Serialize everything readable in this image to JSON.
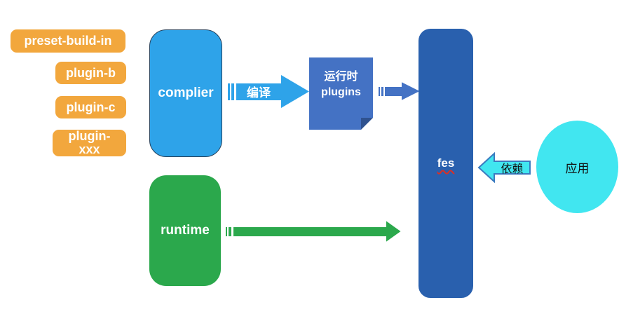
{
  "diagram": {
    "background": "#ffffff",
    "plugins": {
      "preset": {
        "label": "preset-build-in",
        "color": "#F2A73D"
      },
      "plugin_b": {
        "label": "plugin-b",
        "color": "#F2A73D"
      },
      "plugin_c": {
        "label": "plugin-c",
        "color": "#F2A73D"
      },
      "plugin_xxx": {
        "label": "plugin-\nxxx",
        "color": "#F2A73D"
      }
    },
    "nodes": {
      "complier": {
        "label": "complier",
        "color": "#2EA3E9"
      },
      "runtime": {
        "label": "runtime",
        "color": "#2BA84C"
      },
      "runtime_plugins": {
        "label": "运行时 plugins",
        "color": "#4472C4",
        "fold_color": "#2F528F"
      },
      "fes": {
        "label": "fes",
        "color": "#2960AE",
        "spellcheck_underline": "#d93025"
      },
      "app": {
        "label": "应用",
        "color": "#41E6F0"
      }
    },
    "arrows": {
      "compile": {
        "label": "编译",
        "color": "#2EA3E9",
        "direction": "right",
        "style": "striped-tail"
      },
      "plugins_to_fes": {
        "color": "#4472C4",
        "direction": "right",
        "style": "striped-tail"
      },
      "runtime_to_fes": {
        "color": "#2BA84C",
        "direction": "right",
        "style": "striped-tail"
      },
      "depend": {
        "label": "依赖",
        "color": "#41E6F0",
        "border_color": "#3A7ABF",
        "direction": "left"
      }
    }
  }
}
